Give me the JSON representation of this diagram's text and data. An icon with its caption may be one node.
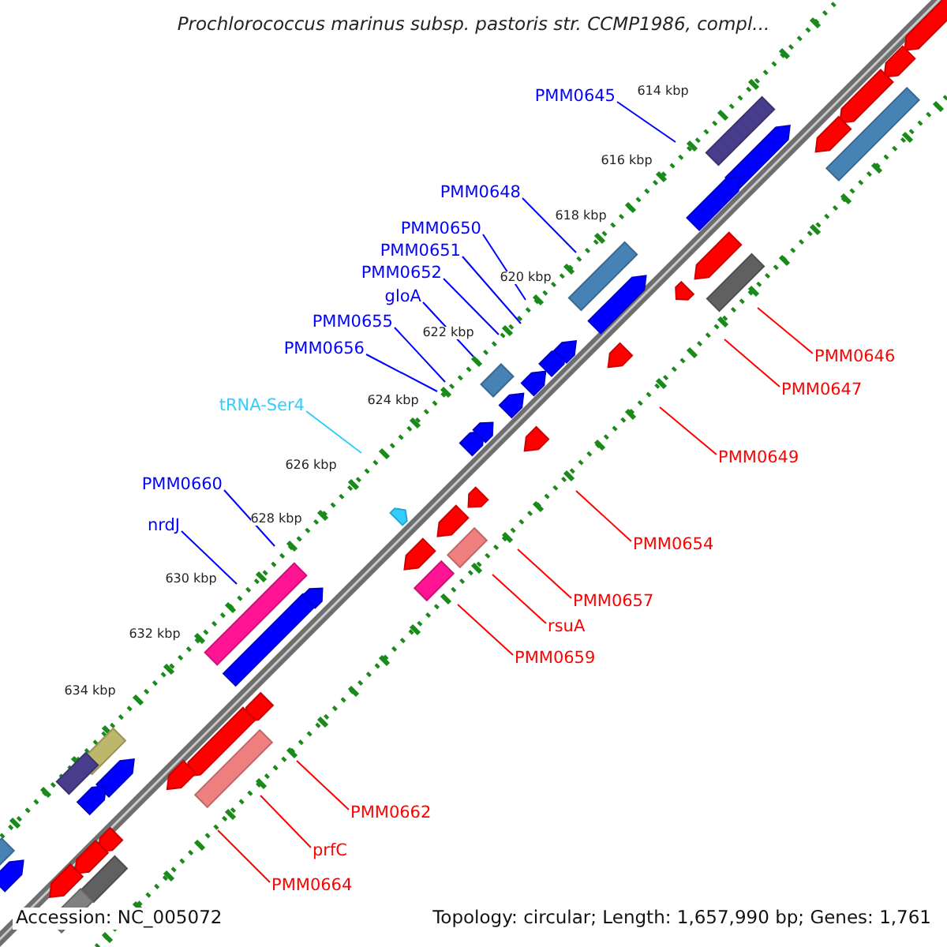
{
  "diagram": {
    "title": "Prochlorococcus marinus subsp. pastoris str. CCMP1986, compl...",
    "nodes": [
      {
        "text": [
          "PMM0645"
        ]
      },
      {
        "text": [
          "PMM0648"
        ]
      },
      {
        "text": [
          "PMM0650"
        ]
      },
      {
        "text": [
          "PMM0651"
        ]
      },
      {
        "text": [
          "PMM0652"
        ]
      },
      {
        "text": [
          "gloA"
        ]
      },
      {
        "text": [
          "PMM0655"
        ]
      },
      {
        "text": [
          "PMM0656"
        ]
      },
      {
        "text": [
          "PMM0646"
        ]
      },
      {
        "text": [
          "PMM0647"
        ]
      },
      {
        "text": [
          "tRNA-Ser4"
        ]
      },
      {
        "text": [
          "PMM0649"
        ]
      },
      {
        "text": [
          "PMM0660"
        ]
      },
      {
        "text": [
          "nrdJ"
        ]
      },
      {
        "text": [
          "PMM0654"
        ]
      },
      {
        "text": [
          "PMM0657"
        ]
      },
      {
        "text": [
          "rsuA"
        ]
      },
      {
        "text": [
          "PMM0659"
        ]
      },
      {
        "text": [
          "PMM0662"
        ]
      },
      {
        "text": [
          "prfC"
        ]
      },
      {
        "text": [
          "PMM0664"
        ]
      }
    ],
    "edges": [
      {
        "from": 0,
        "to": null,
        "arrow": "none"
      },
      {
        "from": 1,
        "to": null,
        "arrow": "none"
      },
      {
        "from": 2,
        "to": null,
        "arrow": "none"
      },
      {
        "from": 3,
        "to": null,
        "arrow": "none"
      },
      {
        "from": 4,
        "to": null,
        "arrow": "none"
      },
      {
        "from": 5,
        "to": null,
        "arrow": "none"
      },
      {
        "from": 6,
        "to": null,
        "arrow": "none"
      },
      {
        "from": 7,
        "to": null,
        "arrow": "none"
      },
      {
        "from": 8,
        "to": null,
        "arrow": "none",
        "color": "#ff0000"
      },
      {
        "from": 9,
        "to": null,
        "arrow": "none",
        "color": "#ff0000"
      },
      {
        "from": 10,
        "to": null,
        "arrow": "none",
        "color": "#33ccff"
      },
      {
        "from": 11,
        "to": null,
        "arrow": "none",
        "color": "#ff0000"
      },
      {
        "from": 12,
        "to": null,
        "arrow": "none"
      },
      {
        "from": 13,
        "to": null,
        "arrow": "none"
      },
      {
        "from": 14,
        "to": null,
        "arrow": "none",
        "color": "#ff0000"
      },
      {
        "from": 15,
        "to": null,
        "arrow": "none",
        "color": "#ff0000"
      },
      {
        "from": 16,
        "to": null,
        "arrow": "none",
        "color": "#ff0000"
      },
      {
        "from": 17,
        "to": null,
        "arrow": "none",
        "color": "#ff0000"
      },
      {
        "from": 18,
        "to": null,
        "arrow": "none",
        "color": "#ff0000"
      },
      {
        "from": 19,
        "to": null,
        "arrow": "none",
        "color": "#ff0000"
      },
      {
        "from": 20,
        "to": null,
        "arrow": "none",
        "color": "#ff0000"
      }
    ],
    "labels": [
      "614 kbp",
      "616 kbp",
      "618 kbp",
      "620 kbp",
      "622 kbp",
      "624 kbp",
      "626 kbp",
      "628 kbp",
      "630 kbp",
      "632 kbp",
      "634 kbp",
      "Accession: NC_005072",
      "Topology: circular; Length: 1,657,990 bp; Genes: 1,761"
    ]
  }
}
